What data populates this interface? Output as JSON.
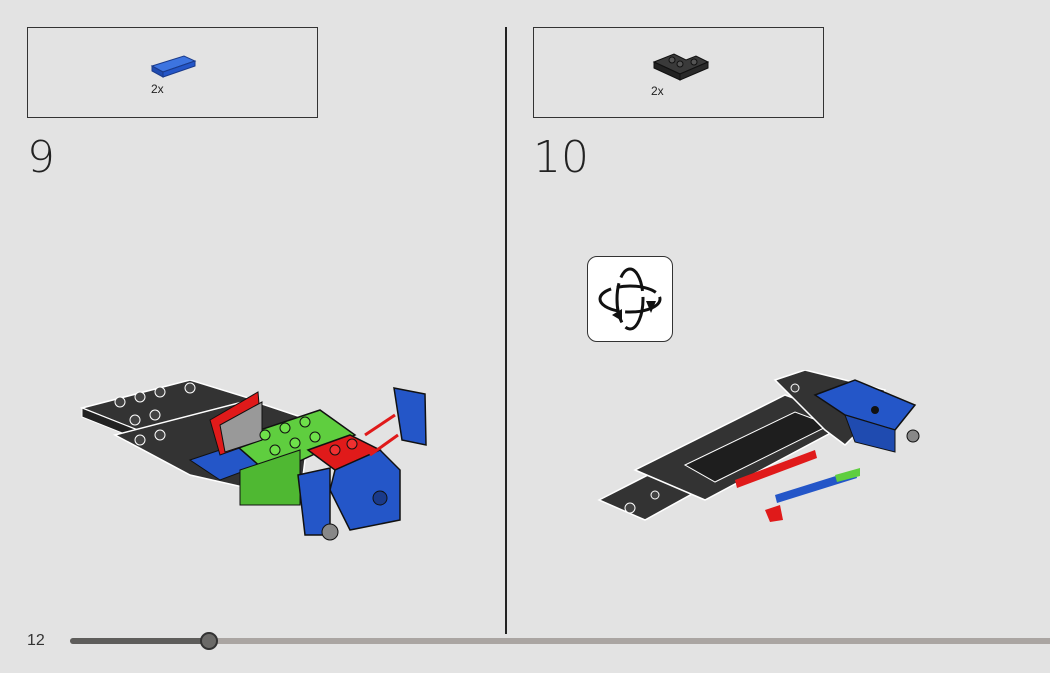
{
  "steps": [
    {
      "number": "9",
      "parts": [
        {
          "qty": "2x",
          "color": "#2456c8"
        }
      ]
    },
    {
      "number": "10",
      "parts": [
        {
          "qty": "2x",
          "color": "#333333"
        }
      ]
    }
  ],
  "footer": {
    "page_number": "12",
    "progress_percent": 14
  },
  "icons": {
    "rotate": "rotate-model-icon"
  },
  "colors": {
    "blue": "#2456c8",
    "green": "#5fce3f",
    "red": "#e01a1a",
    "dark": "#333333"
  }
}
